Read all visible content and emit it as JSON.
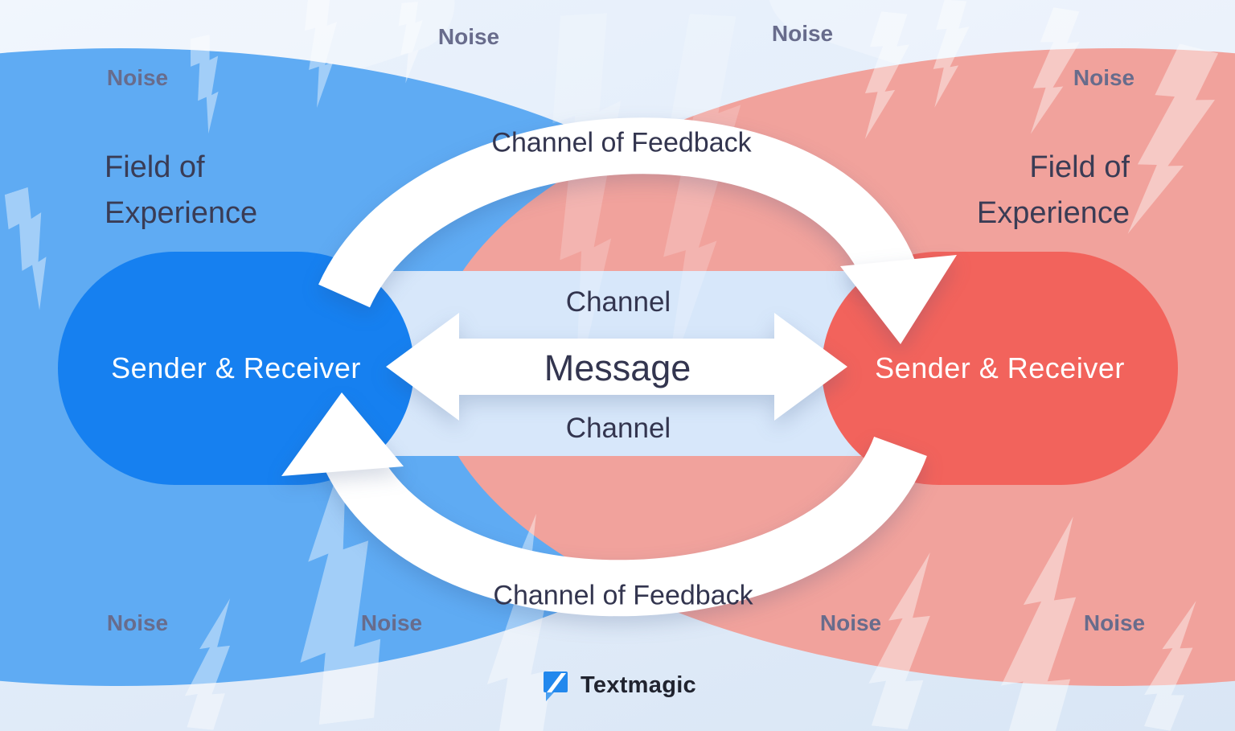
{
  "diagram": {
    "brand": "Textmagic",
    "labels": {
      "noise": "Noise",
      "field_line1": "Field of",
      "field_line2": "Experience",
      "pill": "Sender & Receiver",
      "channel_top": "Channel",
      "channel_bottom": "Channel",
      "message": "Message",
      "feedback_top": "Channel of Feedback",
      "feedback_bottom": "Channel of Feedback"
    },
    "icons": {
      "lightning": "lightning-bolt-icon",
      "logo": "speech-bubble-icon",
      "message_arrow": "double-headed-arrow-icon",
      "feedback_arrows": "curved-arrow-icon"
    },
    "colors": {
      "background": "#e3edfa",
      "blue_ellipse": "#5fabf3",
      "pink_ellipse": "#f1a29c",
      "blue_pill": "#1680f0",
      "red_pill": "#f2635c",
      "channel_band": "#d7e7fa",
      "arrow_white": "#ffffff",
      "noise_text": "#686c8c",
      "dark_text": "#33354f",
      "field_text": "#3a3c55",
      "logo_blue": "#2288ed",
      "logo_text": "#20232f"
    }
  }
}
